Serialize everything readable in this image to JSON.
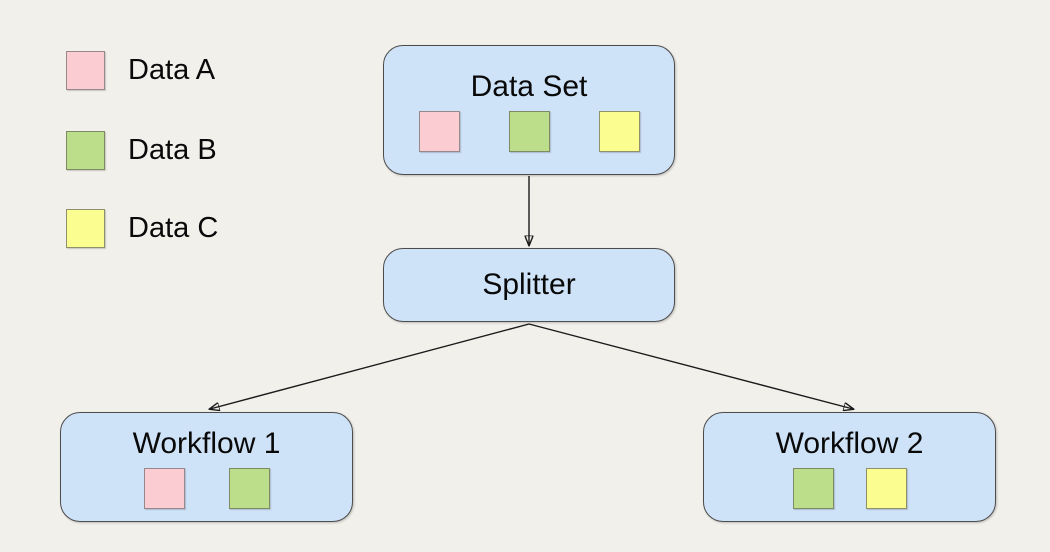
{
  "canvas": {
    "background": "#f2f0eb"
  },
  "colors": {
    "node_fill": "#cfe3f8",
    "node_border": "#4d4d4d",
    "edge": "#1a1a1a",
    "text": "#090909"
  },
  "palette": {
    "data-a": {
      "fill": "#fbccd2",
      "border": "#97888c"
    },
    "data-b": {
      "fill": "#bcdd8a",
      "border": "#7e8a63"
    },
    "data-c": {
      "fill": "#fbfd90",
      "border": "#8f8f6a"
    }
  },
  "legend": {
    "items": [
      {
        "id": "data-a",
        "label": "Data A"
      },
      {
        "id": "data-b",
        "label": "Data B"
      },
      {
        "id": "data-c",
        "label": "Data C"
      }
    ]
  },
  "nodes": {
    "dataset": {
      "label": "Data Set",
      "chips": [
        "data-a",
        "data-b",
        "data-c"
      ]
    },
    "splitter": {
      "label": "Splitter",
      "chips": []
    },
    "workflow1": {
      "label": "Workflow 1",
      "chips": [
        "data-a",
        "data-b"
      ]
    },
    "workflow2": {
      "label": "Workflow 2",
      "chips": [
        "data-b",
        "data-c"
      ]
    }
  },
  "edges": [
    {
      "from": "dataset",
      "to": "splitter"
    },
    {
      "from": "splitter",
      "to": "workflow1"
    },
    {
      "from": "splitter",
      "to": "workflow2"
    }
  ]
}
